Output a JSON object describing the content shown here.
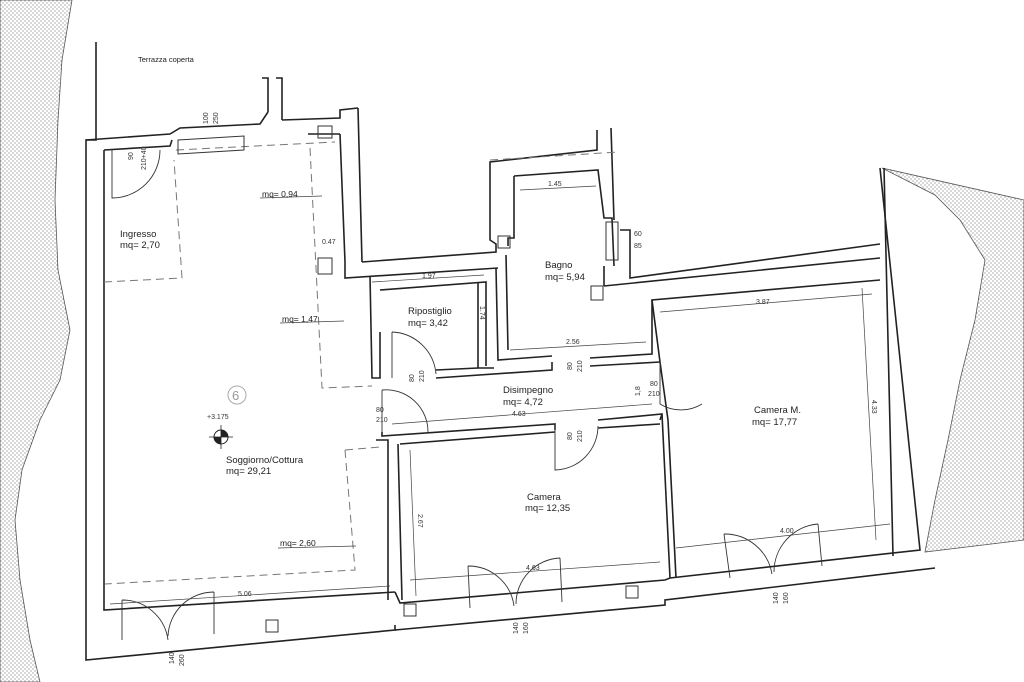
{
  "rooms": {
    "terrazza": "Terrazza coperta",
    "ingresso_name": "Ingresso",
    "ingresso_area": "mq= 2,70",
    "ripostiglio_name": "Ripostiglio",
    "ripostiglio_area": "mq= 3,42",
    "bagno_name": "Bagno",
    "bagno_area": "mq= 5,94",
    "disimpegno_name": "Disimpegno",
    "disimpegno_area": "mq= 4,72",
    "soggiorno_name": "Soggiorno/Cottura",
    "soggiorno_area": "mq= 29,21",
    "camera_name": "Camera",
    "camera_area": "mq= 12,35",
    "cameram_name": "Camera M.",
    "cameram_area": "mq= 17,77"
  },
  "areas": {
    "a094": "mq= 0,94",
    "a147": "mq= 1,47",
    "a260": "mq= 2,60"
  },
  "dimensions": {
    "d047": "0.47",
    "d197": "1.97",
    "d174": "1.74",
    "d145": "1.45",
    "d256": "2.56",
    "d387": "3.87",
    "d433": "4.33",
    "d463": "4.63",
    "d267": "2.67",
    "d463b": "4.63",
    "d400": "4.00",
    "d506": "5.06"
  },
  "openings": {
    "ingresso_w": "90",
    "ingresso_h": "210+40",
    "top_w": "100",
    "top_h": "250",
    "bagno_w": "60",
    "bagno_h": "85",
    "rip_w": "80",
    "rip_h": "210",
    "sog_w": "80",
    "sog_h": "210",
    "bath_w": "80",
    "bath_h": "210",
    "cam_w": "80",
    "cam_h": "210",
    "cm_w": "80",
    "cm_h": "210",
    "cm_side": "1,8",
    "win1_w": "140",
    "win1_h": "260",
    "win2_w": "140",
    "win2_h": "160",
    "win3_w": "140",
    "win3_h": "160"
  },
  "marks": {
    "unit_number": "6",
    "level": "+3.175"
  }
}
